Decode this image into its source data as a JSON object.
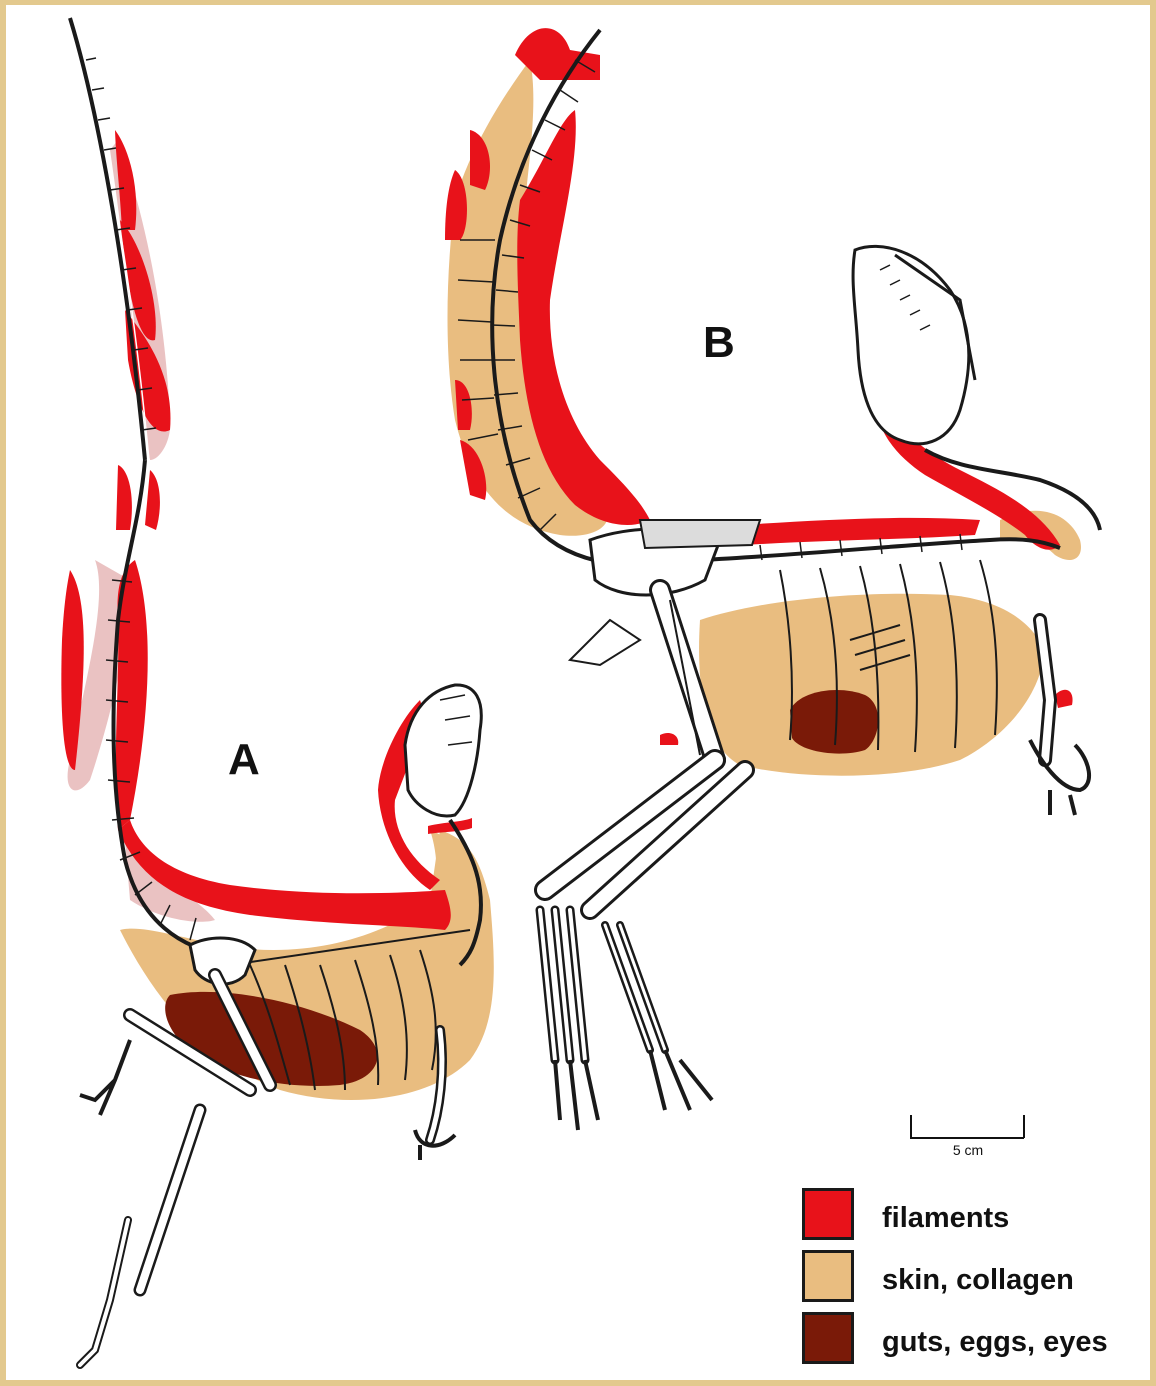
{
  "panels": [
    {
      "label": "A"
    },
    {
      "label": "B"
    }
  ],
  "scale_bar": {
    "label": "5 cm"
  },
  "legend": [
    {
      "label": "filaments",
      "color": "#e8121a"
    },
    {
      "label": "skin, collagen",
      "color": "#e9bd80"
    },
    {
      "label": "guts, eggs, eyes",
      "color": "#7a1a08"
    }
  ],
  "colors": {
    "frame": "#e3c98e",
    "bone_outline": "#1a1a1a"
  }
}
